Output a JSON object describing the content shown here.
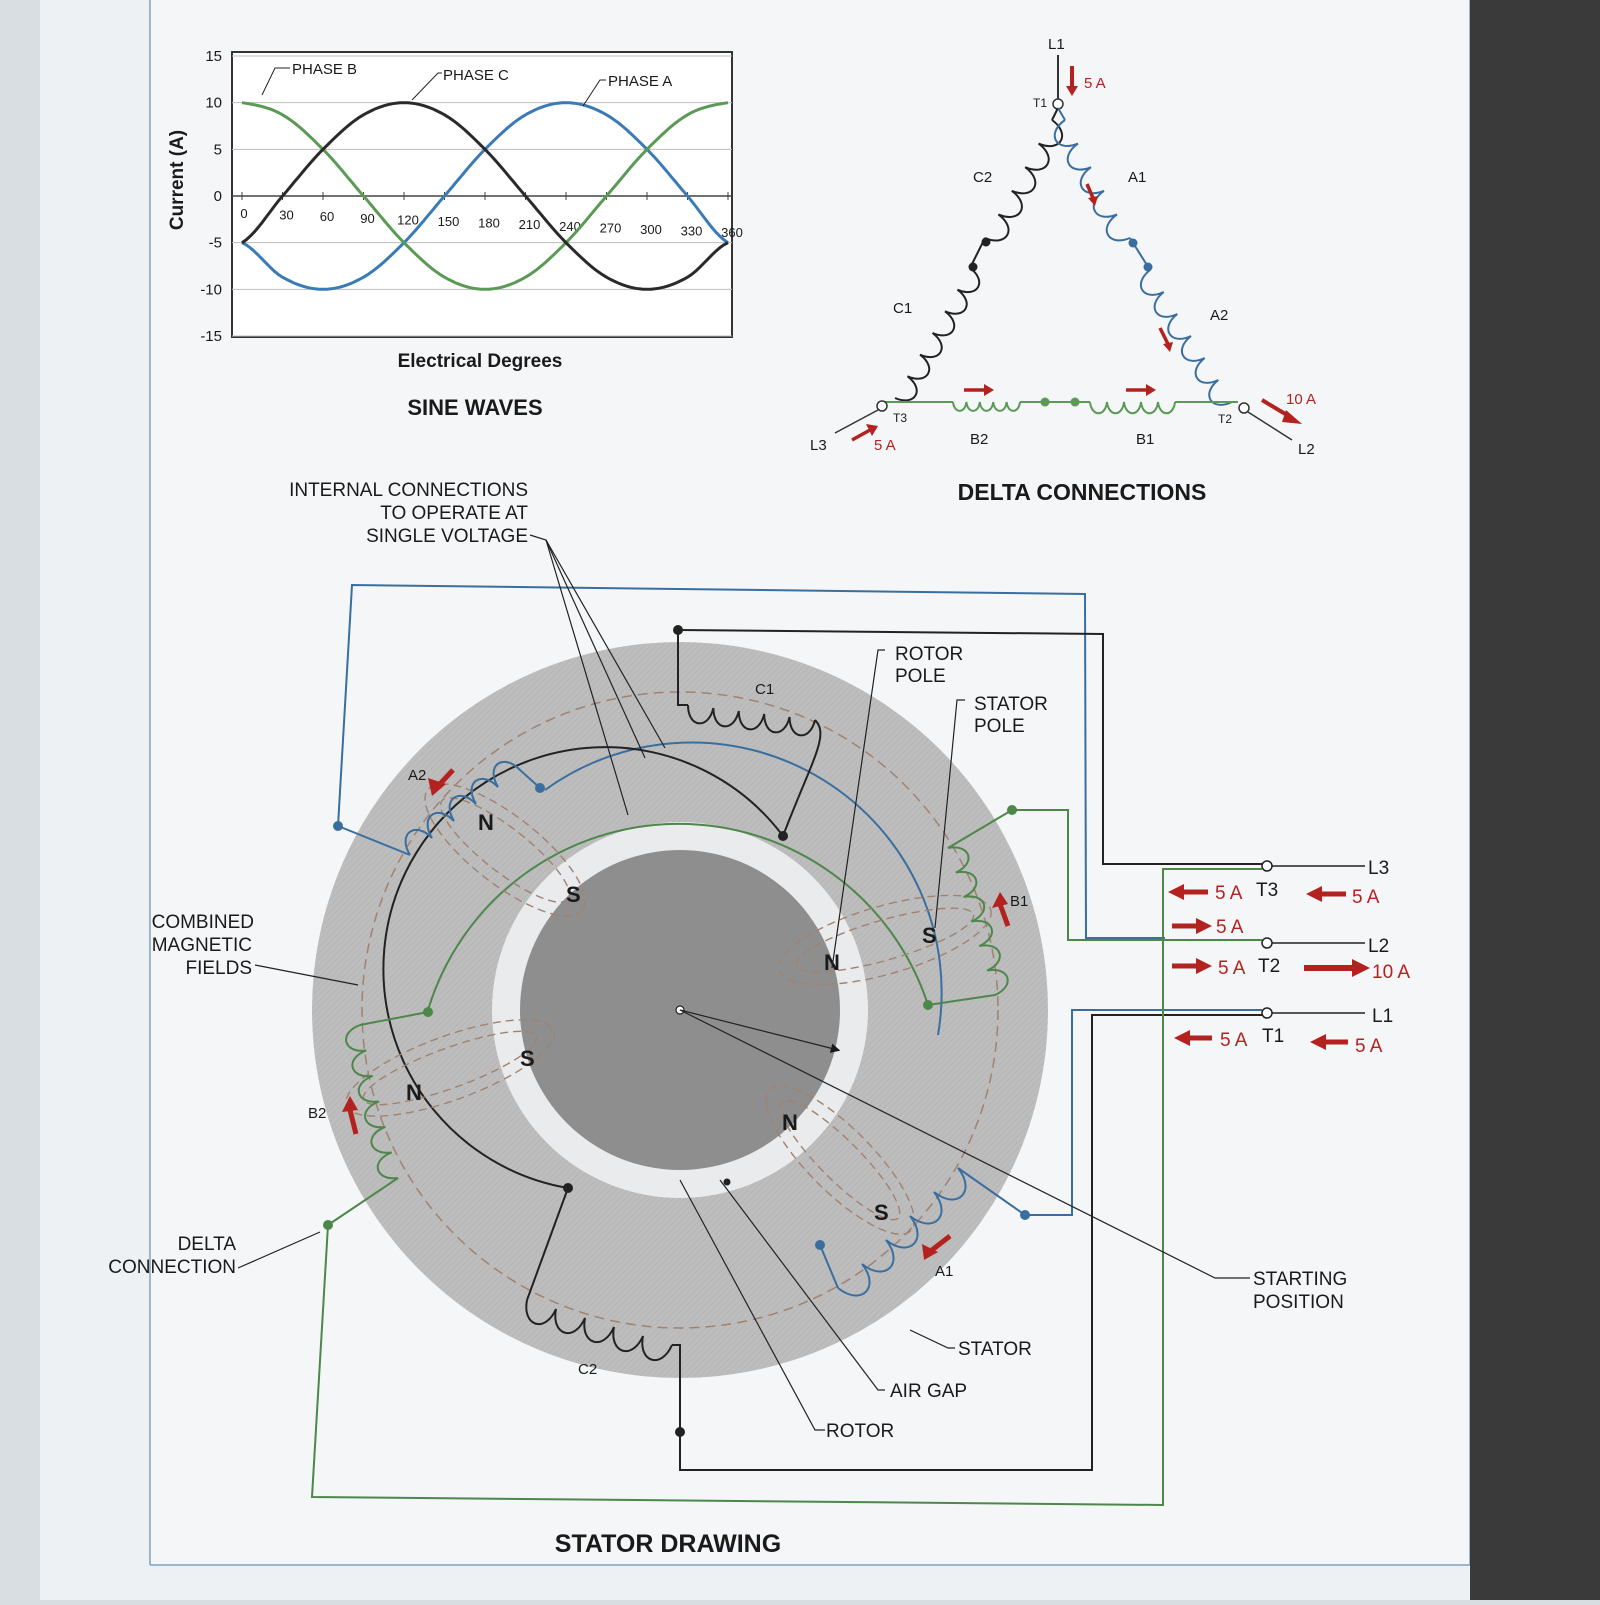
{
  "sine": {
    "title": "SINE WAVES",
    "xlabel": "Electrical Degrees",
    "ylabel": "Current (A)",
    "phase_labels": [
      "PHASE B",
      "PHASE C",
      "PHASE A"
    ]
  },
  "chart_data": {
    "type": "line",
    "title": "SINE WAVES",
    "xlabel": "Electrical Degrees",
    "ylabel": "Current (A)",
    "x": [
      0,
      30,
      60,
      90,
      120,
      150,
      180,
      210,
      240,
      270,
      300,
      330,
      360
    ],
    "x_ticks": [
      "0",
      "30",
      "60",
      "90",
      "120",
      "150",
      "180",
      "210",
      "240",
      "270",
      "300",
      "330",
      "360"
    ],
    "y_ticks": [
      "15",
      "10",
      "5",
      "0",
      "-5",
      "-10",
      "-15"
    ],
    "xlim": [
      0,
      360
    ],
    "ylim": [
      -15,
      15
    ],
    "grid": true,
    "series": [
      {
        "name": "PHASE A",
        "color": "#3a7ab5",
        "values": [
          -5,
          -8.7,
          -10,
          -8.7,
          -5,
          0,
          5,
          8.7,
          10,
          8.7,
          5,
          0,
          -5
        ]
      },
      {
        "name": "PHASE B",
        "color": "#5a9a55",
        "values": [
          10,
          8.7,
          5,
          0,
          -5,
          -8.7,
          -10,
          -8.7,
          -5,
          0,
          5,
          8.7,
          10
        ]
      },
      {
        "name": "PHASE C",
        "color": "#2a2a2a",
        "values": [
          -5,
          0,
          5,
          8.7,
          10,
          8.7,
          5,
          0,
          -5,
          -8.7,
          -10,
          -8.7,
          -5
        ]
      }
    ]
  },
  "delta": {
    "title": "DELTA CONNECTIONS",
    "lines": [
      "L1",
      "L2",
      "L3"
    ],
    "terminals": [
      "T1",
      "T2",
      "T3"
    ],
    "coils": [
      "A1",
      "A2",
      "B1",
      "B2",
      "C1",
      "C2"
    ],
    "currents": {
      "l1": "5 A",
      "l2": "10 A",
      "l3": "5 A"
    }
  },
  "stator": {
    "title": "STATOR DRAWING",
    "callouts": {
      "internal": [
        "INTERNAL CONNECTIONS",
        "TO OPERATE AT",
        "SINGLE VOLTAGE"
      ],
      "rotor_pole": [
        "ROTOR",
        "POLE"
      ],
      "stator_pole": [
        "STATOR",
        "POLE"
      ],
      "combined": [
        "COMBINED",
        "MAGNETIC",
        "FIELDS"
      ],
      "delta_conn": [
        "DELTA",
        "CONNECTION"
      ],
      "starting": [
        "STARTING",
        "POSITION"
      ],
      "stator": "STATOR",
      "air_gap": "AIR GAP",
      "rotor": "ROTOR"
    },
    "coils": {
      "a1": "A1",
      "a2": "A2",
      "b1": "B1",
      "b2": "B2",
      "c1": "C1",
      "c2": "C2"
    },
    "poles": {
      "n": "N",
      "s": "S"
    },
    "lines": {
      "l1": "L1",
      "l2": "L2",
      "l3": "L3"
    },
    "terminals": {
      "t1": "T1",
      "t2": "T2",
      "t3": "T3"
    },
    "currents": {
      "t3_left": "5 A",
      "t3_right": "5 A",
      "t2_upper": "5 A",
      "t2_lower": "5 A",
      "t2_right": "10 A",
      "t1_left": "5 A",
      "t1_right": "5 A"
    }
  },
  "colors": {
    "phase_a": "#3a7ab5",
    "phase_b": "#5a9a55",
    "phase_c": "#2a2a2a",
    "arrow": "#b3221f"
  }
}
